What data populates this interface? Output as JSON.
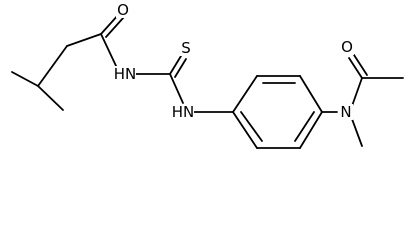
{
  "molecule": {
    "atoms": {
      "o_butanoyl": "O",
      "n_amide": "HN",
      "s_thio": "S",
      "n_thiourea": "HN",
      "o_acetyl": "O",
      "n_acetamide": "N"
    }
  },
  "colors": {
    "bond": "#000000",
    "label": "#000000",
    "background": "#ffffff"
  }
}
